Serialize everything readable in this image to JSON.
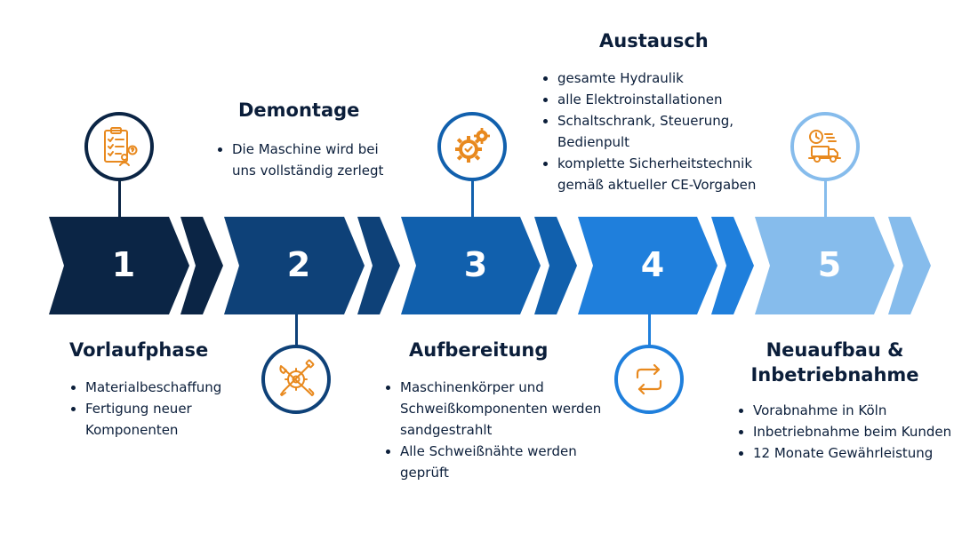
{
  "steps": [
    {
      "number": "1",
      "title": "Vorlaufphase",
      "bullets": [
        "Materialbeschaffung",
        "Fertigung neuer Komponenten"
      ],
      "color": "#0b2545",
      "icon": "clipboard-checklist-icon"
    },
    {
      "number": "2",
      "title": "Demontage",
      "bullets": [
        "Die Maschine wird bei uns vollständig zerlegt"
      ],
      "color": "#0e4178",
      "icon": "wrench-screwdriver-gear-icon"
    },
    {
      "number": "3",
      "title": "Aufbereitung",
      "bullets": [
        "Maschinenkörper und Schweißkomponenten werden sandgestrahlt",
        "Alle Schweißnähte werden geprüft"
      ],
      "color": "#1160ad",
      "icon": "gears-checkmark-icon"
    },
    {
      "number": "4",
      "title": "Austausch",
      "bullets": [
        "gesamte Hydraulik",
        "alle Elektroinstallationen",
        "Schaltschrank, Steuerung, Bedienpult",
        "komplette Sicherheitstechnik gemäß aktueller CE-Vorgaben"
      ],
      "color": "#1f7fdc",
      "icon": "exchange-arrows-icon"
    },
    {
      "number": "5",
      "title": "Neuaufbau & Inbetriebnahme",
      "bullets": [
        "Vorabnahme in Köln",
        "Inbetriebnahme beim Kunden",
        "12 Monate Gewährleistung"
      ],
      "color": "#86bcec",
      "icon": "clock-delivery-truck-icon"
    }
  ],
  "icon_accent_color": "#e8891e"
}
